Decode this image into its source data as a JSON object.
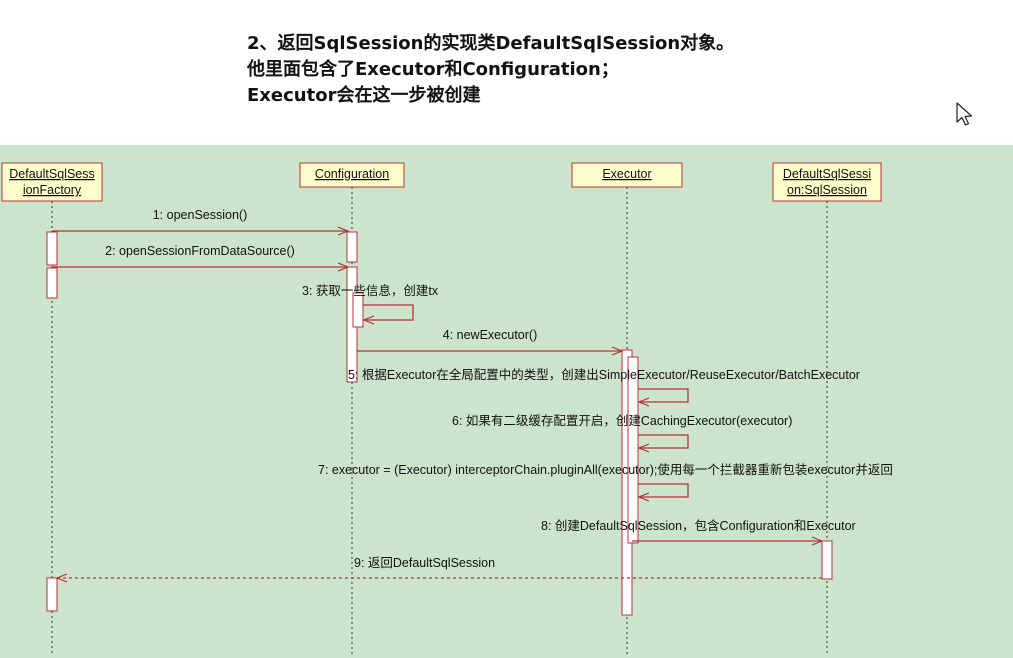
{
  "title": {
    "lines": [
      "2、返回SqlSession的实现类DefaultSqlSession对象。",
      "他里面包含了Executor和Configuration；",
      "Executor会在这一步被创建"
    ]
  },
  "colors": {
    "diagram_background": "#cce3cc",
    "participant_fill": "#ffffcc",
    "participant_border": "#b5333a",
    "arrow": "#b5333a",
    "lifeline": "#333333",
    "activation_fill": "#ffffff"
  },
  "participants": [
    {
      "id": "factory",
      "lines": [
        "DefaultSqlSess",
        "ionFactory"
      ]
    },
    {
      "id": "configuration",
      "lines": [
        "Configuration"
      ]
    },
    {
      "id": "executor",
      "lines": [
        "Executor"
      ]
    },
    {
      "id": "session",
      "lines": [
        "DefaultSqlSessi",
        "on:SqlSession"
      ]
    }
  ],
  "messages": [
    {
      "from": "factory",
      "to": "configuration",
      "label": "1: openSession()",
      "type": "sync"
    },
    {
      "from": "factory",
      "to": "configuration",
      "label": "2: openSessionFromDataSource()",
      "type": "sync"
    },
    {
      "from": "configuration",
      "to": "configuration",
      "label": "3: 获取一些信息，创建tx",
      "type": "self"
    },
    {
      "from": "configuration",
      "to": "executor",
      "label": "4: newExecutor()",
      "type": "sync"
    },
    {
      "from": "executor",
      "to": "executor",
      "label": "5: 根据Executor在全局配置中的类型，创建出SimpleExecutor/ReuseExecutor/BatchExecutor",
      "type": "self"
    },
    {
      "from": "executor",
      "to": "executor",
      "label": "6: 如果有二级缓存配置开启，创建CachingExecutor(executor)",
      "type": "self"
    },
    {
      "from": "executor",
      "to": "executor",
      "label": "7: executor = (Executor) interceptorChain.pluginAll(executor);使用每一个拦截器重新包装executor并返回",
      "type": "self"
    },
    {
      "from": "executor",
      "to": "session",
      "label": "8: 创建DefaultSqlSession，包含Configuration和Executor",
      "type": "sync"
    },
    {
      "from": "session",
      "to": "factory",
      "label": "9: 返回DefaultSqlSession",
      "type": "return"
    }
  ],
  "cursor": {
    "icon": "mouse-pointer-icon"
  }
}
